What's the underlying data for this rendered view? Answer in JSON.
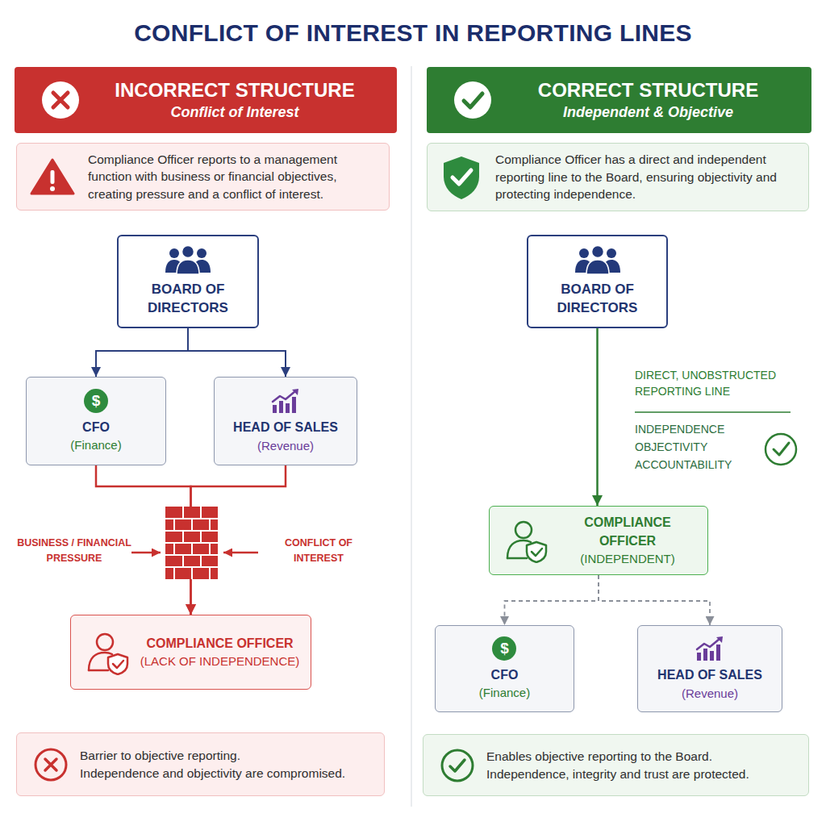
{
  "diagram": {
    "title": "CONFLICT OF INTEREST IN REPORTING LINES",
    "nodes": [
      {
        "text": [
          "INCORRECT STRUCTURE",
          "Conflict of Interest"
        ]
      },
      {
        "text": [
          "Compliance Officer reports to a management function with business or financial objectives, creating pressure and a conflict of interest."
        ]
      },
      {
        "text": [
          "BOARD OF DIRECTORS"
        ]
      },
      {
        "text": [
          "$",
          "CFO",
          "(Finance)"
        ]
      },
      {
        "text": [
          "HEAD OF SALES",
          "(Revenue)"
        ]
      },
      {
        "text": [
          "COMPLIANCE OFFICER",
          "(LACK OF INDEPENDENCE)"
        ]
      },
      {
        "text": [
          "Barrier to objective reporting.",
          "Independence and objectivity are compromised."
        ]
      },
      {
        "text": [
          "CORRECT STRUCTURE",
          "Independent & Objective"
        ]
      },
      {
        "text": [
          "Compliance Officer has a direct and independent reporting line to the Board, ensuring objectivity and protecting independence."
        ]
      },
      {
        "text": [
          "BOARD OF DIRECTORS"
        ]
      },
      {
        "text": [
          "COMPLIANCE OFFICER",
          "(INDEPENDENT)"
        ]
      },
      {
        "text": [
          "$",
          "CFO",
          "(Finance)"
        ]
      },
      {
        "text": [
          "HEAD OF SALES",
          "(Revenue)"
        ]
      },
      {
        "text": [
          "Enables objective reporting to the Board.",
          "Independence, integrity and trust are protected."
        ]
      }
    ],
    "edges": [
      {
        "from": 2,
        "to": 3,
        "arrow": "to"
      },
      {
        "from": 2,
        "to": 4,
        "arrow": "to"
      },
      {
        "from": 3,
        "to": 5,
        "arrow": "to"
      },
      {
        "from": 4,
        "to": 5,
        "arrow": "to"
      },
      {
        "from": 9,
        "to": 10,
        "label": "DIRECT, UNOBSTRUCTED REPORTING LINE",
        "arrow": "to"
      },
      {
        "from": 10,
        "to": 11,
        "arrow": "to"
      },
      {
        "from": 10,
        "to": 12,
        "arrow": "to"
      }
    ],
    "labels": [
      "BUSINESS / FINANCIAL PRESSURE",
      "CONFLICT OF INTEREST",
      "INDEPENDENCE",
      "OBJECTIVITY",
      "ACCOUNTABILITY"
    ]
  }
}
